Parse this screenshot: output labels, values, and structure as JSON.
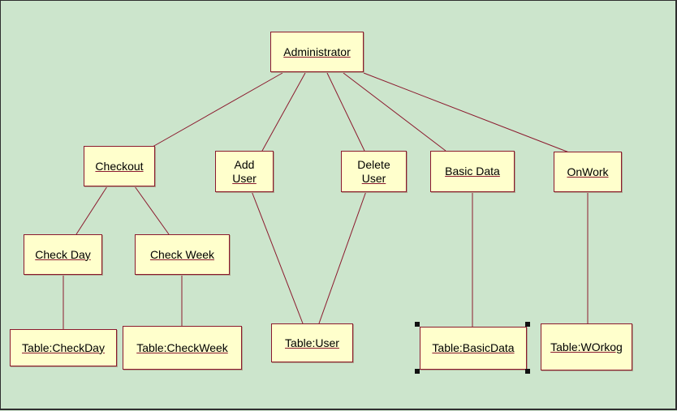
{
  "colors": {
    "background": "#cce5cc",
    "node_fill": "#ffffcc",
    "node_border": "#8b1a2e",
    "edge": "#8b1a2e"
  },
  "nodes": {
    "administrator": "Administrator",
    "checkout": "Checkout",
    "add_user": [
      "Add",
      "User"
    ],
    "delete_user": [
      "Delete",
      "User"
    ],
    "basic_data": "Basic Data",
    "onwork": "OnWork",
    "check_day": "Check Day",
    "check_week": "Check Week",
    "table_checkday": "Table:CheckDay",
    "table_checkweek": "Table:CheckWeek",
    "table_user": "Table:User",
    "table_basicdata": "Table:BasicData",
    "table_workog": "Table:WOrkog"
  },
  "edges": [
    [
      "administrator",
      "checkout"
    ],
    [
      "administrator",
      "add_user"
    ],
    [
      "administrator",
      "delete_user"
    ],
    [
      "administrator",
      "basic_data"
    ],
    [
      "administrator",
      "onwork"
    ],
    [
      "checkout",
      "check_day"
    ],
    [
      "checkout",
      "check_week"
    ],
    [
      "check_day",
      "table_checkday"
    ],
    [
      "check_week",
      "table_checkweek"
    ],
    [
      "add_user",
      "table_user"
    ],
    [
      "delete_user",
      "table_user"
    ],
    [
      "basic_data",
      "table_basicdata"
    ],
    [
      "onwork",
      "table_workog"
    ]
  ],
  "selected_node": "table_basicdata"
}
